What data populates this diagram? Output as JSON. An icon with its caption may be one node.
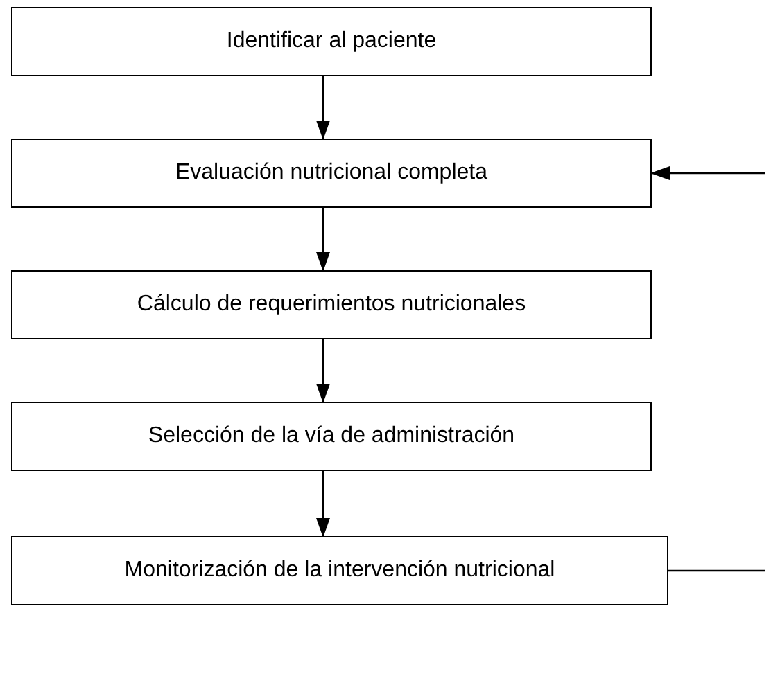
{
  "diagram": {
    "nodes": [
      {
        "text": [
          "Identificar al paciente"
        ]
      },
      {
        "text": [
          "Evaluación nutricional completa"
        ]
      },
      {
        "text": [
          "Cálculo de requerimientos nutricionales"
        ]
      },
      {
        "text": [
          "Selección de la vía de administración"
        ]
      },
      {
        "text": [
          "Monitorización de la intervención nutricional"
        ]
      }
    ],
    "edges": [
      {
        "from": 0,
        "to": 1,
        "arrow": "to"
      },
      {
        "from": 1,
        "to": 2,
        "arrow": "to"
      },
      {
        "from": 2,
        "to": 3,
        "arrow": "to"
      },
      {
        "from": 3,
        "to": 4,
        "arrow": "to"
      },
      {
        "from": null,
        "to": 1,
        "arrow": "to"
      },
      {
        "from": 4,
        "to": null,
        "arrow": "none"
      }
    ]
  }
}
